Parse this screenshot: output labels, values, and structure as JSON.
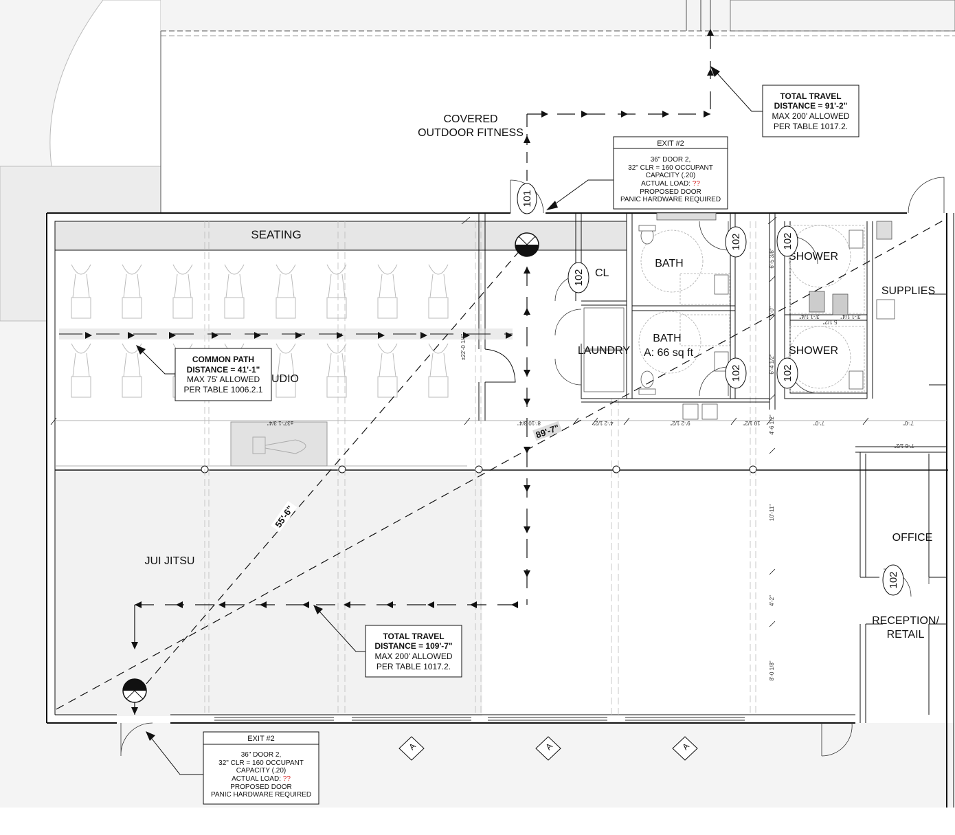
{
  "rooms": {
    "covered_outdoor_line1": "COVERED",
    "covered_outdoor_line2": "OUTDOOR FITNESS",
    "seating": "SEATING",
    "studio_partial": "UDIO",
    "jui_jitsu": "JUI JITSU",
    "cl": "CL",
    "laundry": "LAUNDRY",
    "bath_upper": "BATH",
    "bath_lower": "BATH",
    "bath_area": "A: 66 sq ft",
    "shower_upper": "SHOWER",
    "shower_lower": "SHOWER",
    "supplies": "SUPPLIES",
    "office": "OFFICE",
    "reception_line1": "RECEPTION/",
    "reception_line2": "RETAIL"
  },
  "door_tags": {
    "tag_101": "101",
    "tag_102": "102"
  },
  "callouts": {
    "travel_top": {
      "line1": "TOTAL TRAVEL",
      "line2": "DISTANCE = 91'-2\"",
      "line3": "MAX 200' ALLOWED",
      "line4": "PER TABLE 1017.2."
    },
    "travel_bottom": {
      "line1": "TOTAL TRAVEL",
      "line2": "DISTANCE = 109'-7\"",
      "line3": "MAX 200' ALLOWED",
      "line4": "PER TABLE 1017.2."
    },
    "common_path": {
      "line1": "COMMON PATH",
      "line2": "DISTANCE = 41'-1\"",
      "line3": "MAX 75' ALLOWED",
      "line4": "PER TABLE 1006.2.1"
    },
    "exit_top": {
      "title": "EXIT #2",
      "line1": "36\" DOOR 2,",
      "line2": "32\" CLR = 160 OCCUPANT",
      "line3": "CAPACITY (.20)",
      "actual_label": "ACTUAL LOAD: ",
      "actual_value": "??",
      "line5": "PROPOSED DOOR",
      "line6": "PANIC HARDWARE REQUIRED"
    },
    "exit_bottom": {
      "title": "EXIT #2",
      "line1": "36\" DOOR 2,",
      "line2": "32\" CLR = 160 OCCUPANT",
      "line3": "CAPACITY (.20)",
      "actual_label": "ACTUAL LOAD: ",
      "actual_value": "??",
      "line5": "PROPOSED DOOR",
      "line6": "PANIC HARDWARE REQUIRED"
    }
  },
  "distance_labels": {
    "diag_55": "55'-6\"",
    "diag_89": "89'-7\""
  },
  "dimensions": {
    "d_37": "±37'-1 3/4\"",
    "d_8_10": "8'-10 3/4\"",
    "d_4_2": "4'-2 1/2\"",
    "d_9_2": "9'-2 1/2\"",
    "d_10_12": "10 1/2\"",
    "d_7_0a": "7'-0\"",
    "d_7_0b": "7'-0\"",
    "d_7_6": "7'-6 1/2\"",
    "d_22": "±22'-0 1/4\"",
    "d_6_5": "6'-5 3/8\"",
    "d_3_0": "3'-0\"",
    "d_6_4": "6'-4 1/2\"",
    "d_4_6": "4'-6 1/2\"",
    "d_10_11": "10'-11\"",
    "d_4_2v": "4'-2\"",
    "d_8_0": "8'-0 1/8\"",
    "d_3_1a": "3'-1 1/4\"",
    "d_3_1b": "3'-1 1/4\"",
    "d_5_12": "5 1/2\""
  },
  "grid_tags": {
    "a": "A"
  },
  "colors": {
    "line": "#111111",
    "seating_fill": "#e6e6e6",
    "jitsu_fill": "#f2f2f2",
    "site_fill": "#f4f4f4",
    "warn": "#d62020"
  }
}
